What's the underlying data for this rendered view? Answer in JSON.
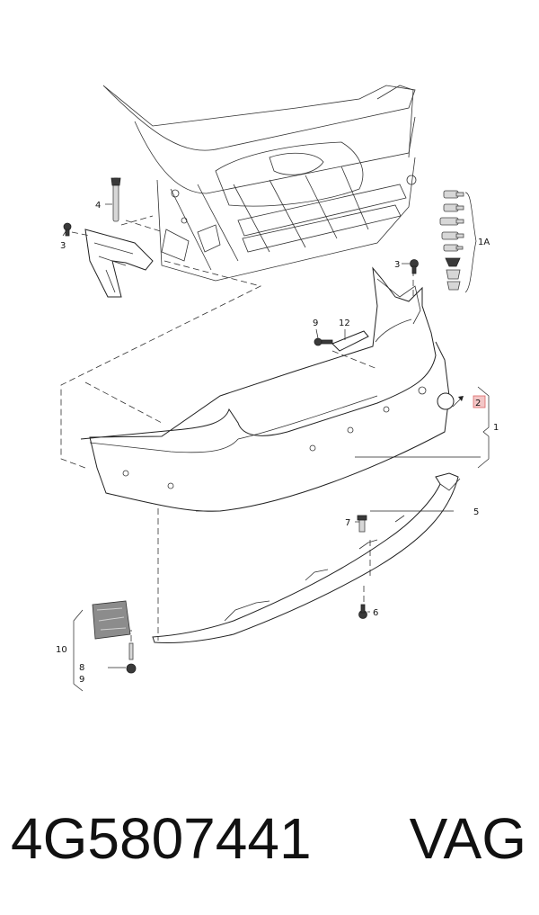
{
  "diagram": {
    "callouts": {
      "c1": "1",
      "c1A": "1A",
      "c2": "2",
      "c3a": "3",
      "c3b": "3",
      "c4": "4",
      "c5": "5",
      "c6": "6",
      "c7": "7",
      "c8": "8",
      "c9a": "9",
      "c9b": "9",
      "c10": "10",
      "c12": "12"
    },
    "highlight_color": "#f3c6c6"
  },
  "footer": {
    "part_number": "4G5807441",
    "brand": "VAG"
  }
}
